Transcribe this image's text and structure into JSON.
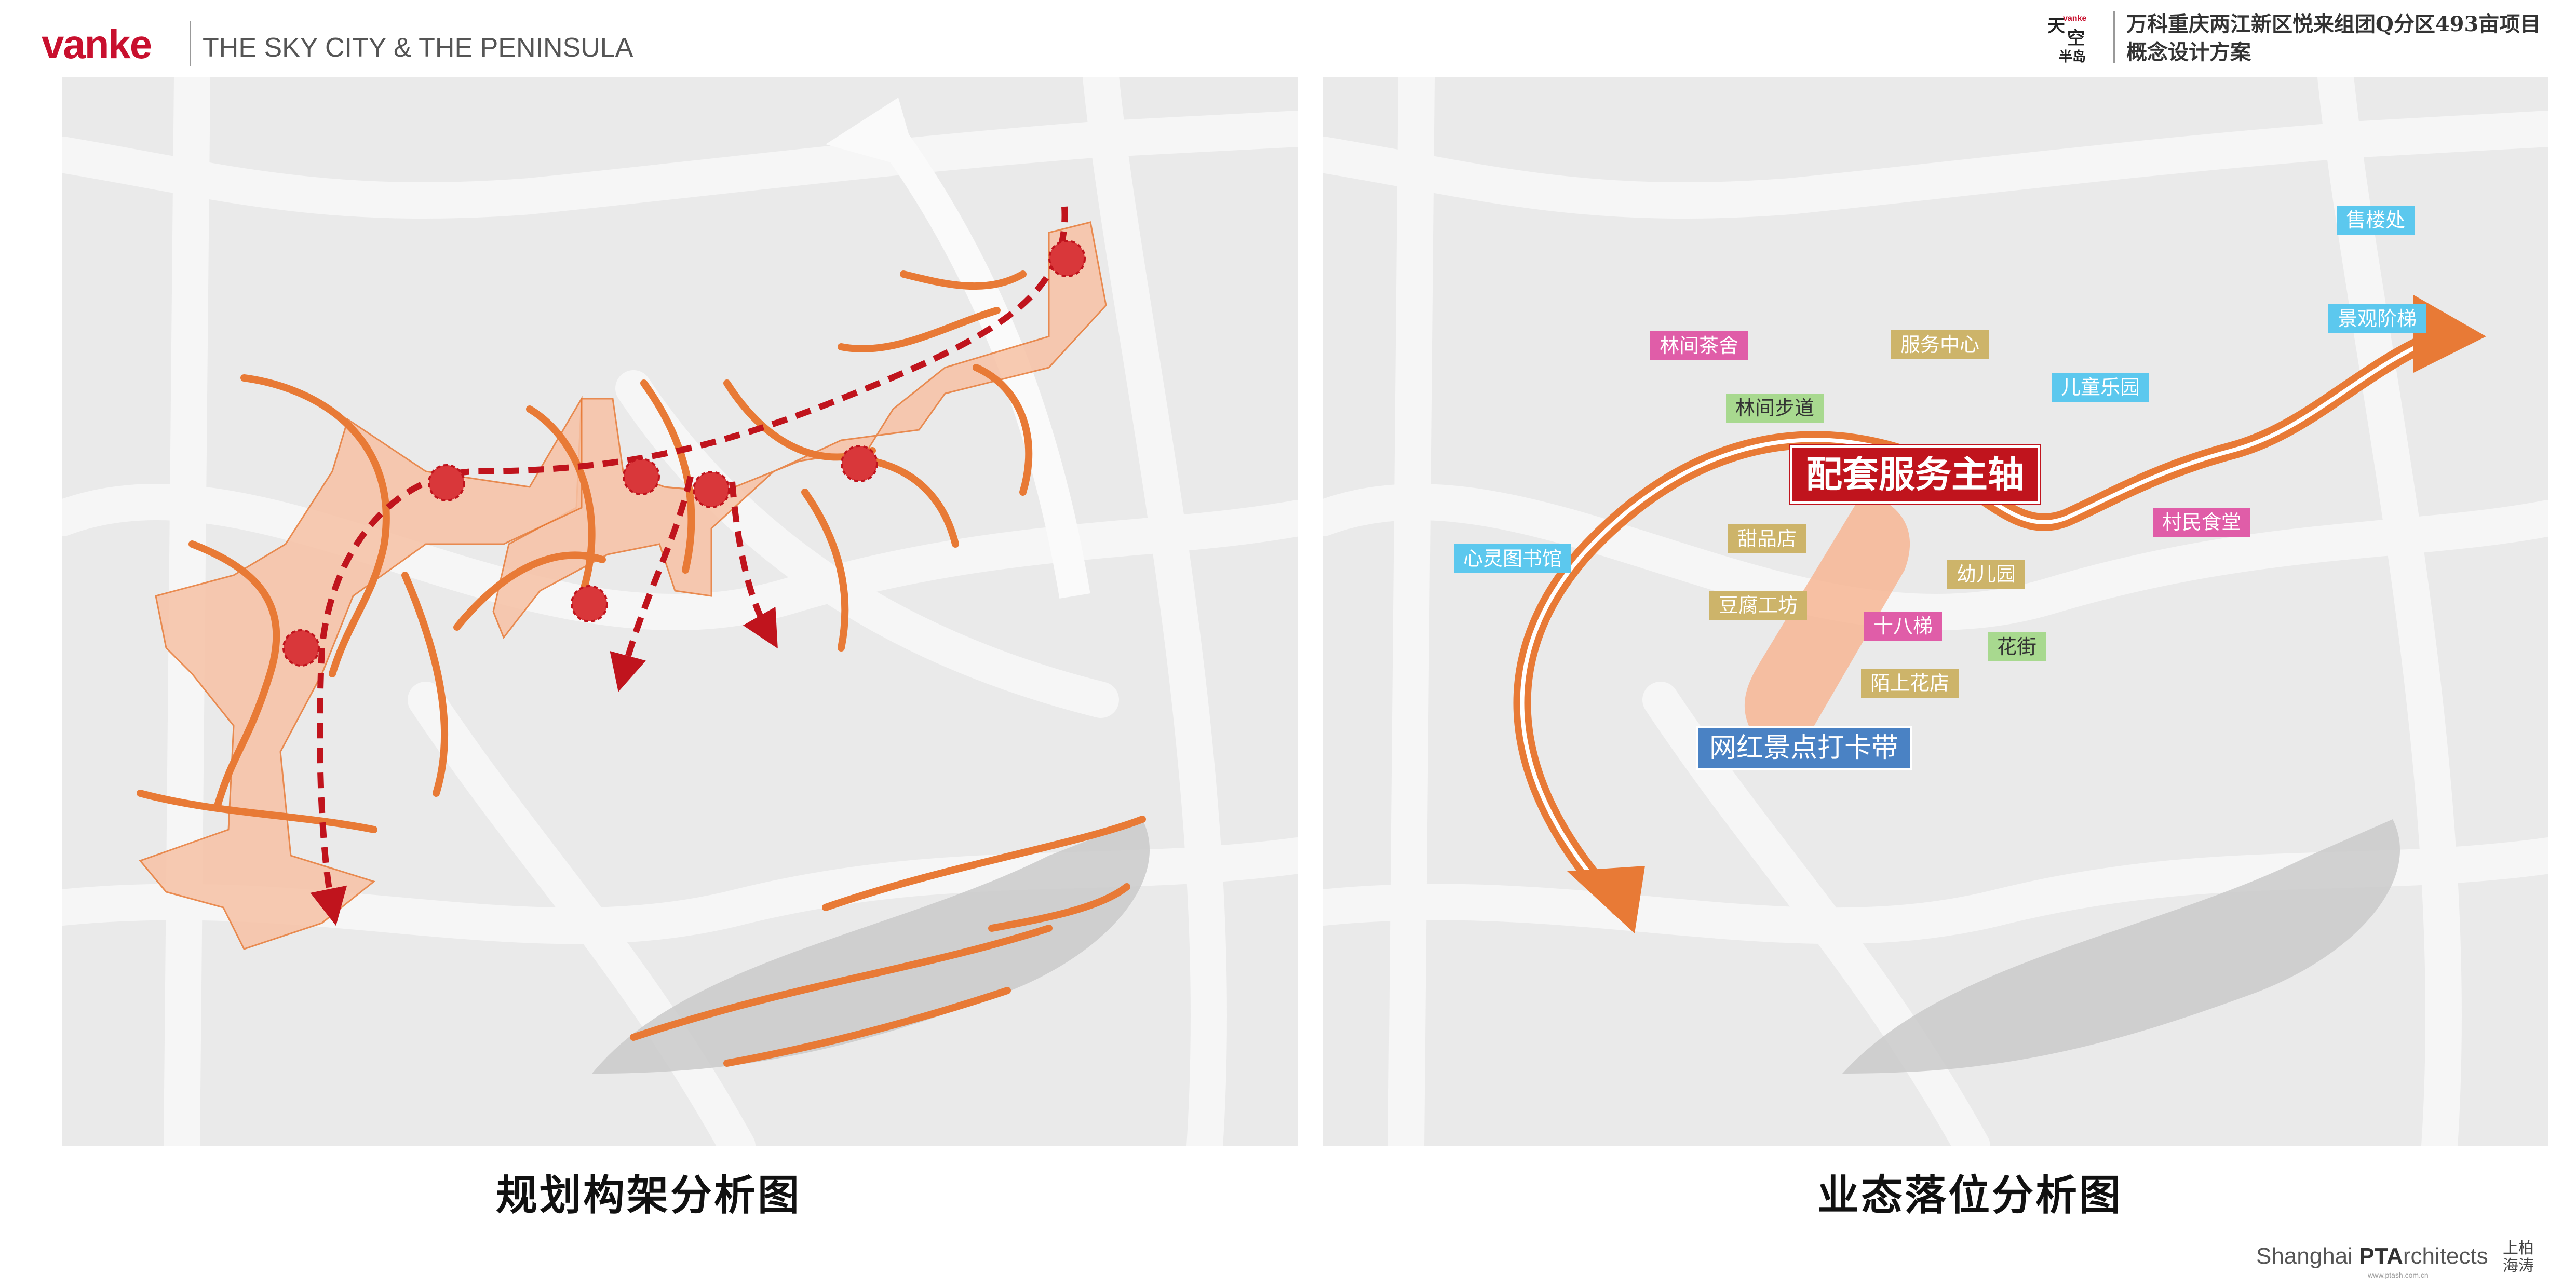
{
  "header": {
    "brand": "vanke",
    "subtitle": "THE SKY CITY & THE PENINSULA",
    "seal_brand": "vanke",
    "seal_c1": "天",
    "seal_c2": "空",
    "seal_c3": "半岛",
    "project_line1": "万科重庆两江新区悦来组团Q分区493亩项目",
    "project_line2": "概念设计方案"
  },
  "left_panel": {
    "caption": "规划构架分析图"
  },
  "right_panel": {
    "caption": "业态落位分析图",
    "main_axis": "配套服务主轴",
    "checkin_band": "网红景点打卡带",
    "tags": [
      {
        "text": "售楼处",
        "color": "#5cc8ee"
      },
      {
        "text": "景观阶梯",
        "color": "#5cc8ee"
      },
      {
        "text": "林间茶舍",
        "color": "#e05da8"
      },
      {
        "text": "服务中心",
        "color": "#cdb46a"
      },
      {
        "text": "林间步道",
        "color": "#a8d98f"
      },
      {
        "text": "儿童乐园",
        "color": "#5cc8ee"
      },
      {
        "text": "村民食堂",
        "color": "#e05da8"
      },
      {
        "text": "心灵图书馆",
        "color": "#5cc8ee"
      },
      {
        "text": "甜品店",
        "color": "#cdb46a"
      },
      {
        "text": "幼儿园",
        "color": "#cdb46a"
      },
      {
        "text": "豆腐工坊",
        "color": "#cdb46a"
      },
      {
        "text": "十八梯",
        "color": "#e05da8"
      },
      {
        "text": "花街",
        "color": "#a8d98f"
      },
      {
        "text": "陌上花店",
        "color": "#cdb46a"
      }
    ]
  },
  "footer": {
    "logo_prefix": "Shanghai ",
    "logo_bold": "PTA",
    "logo_suffix": "rchitects",
    "url": "www.ptash.com.cn",
    "mark": "上柏海涛"
  },
  "colors": {
    "brand_red": "#c8102e",
    "orange_line": "#e87a36",
    "red_dash": "#c0141d",
    "main_axis_bg": "#c0141d",
    "checkin_bg": "#4a82c4"
  }
}
